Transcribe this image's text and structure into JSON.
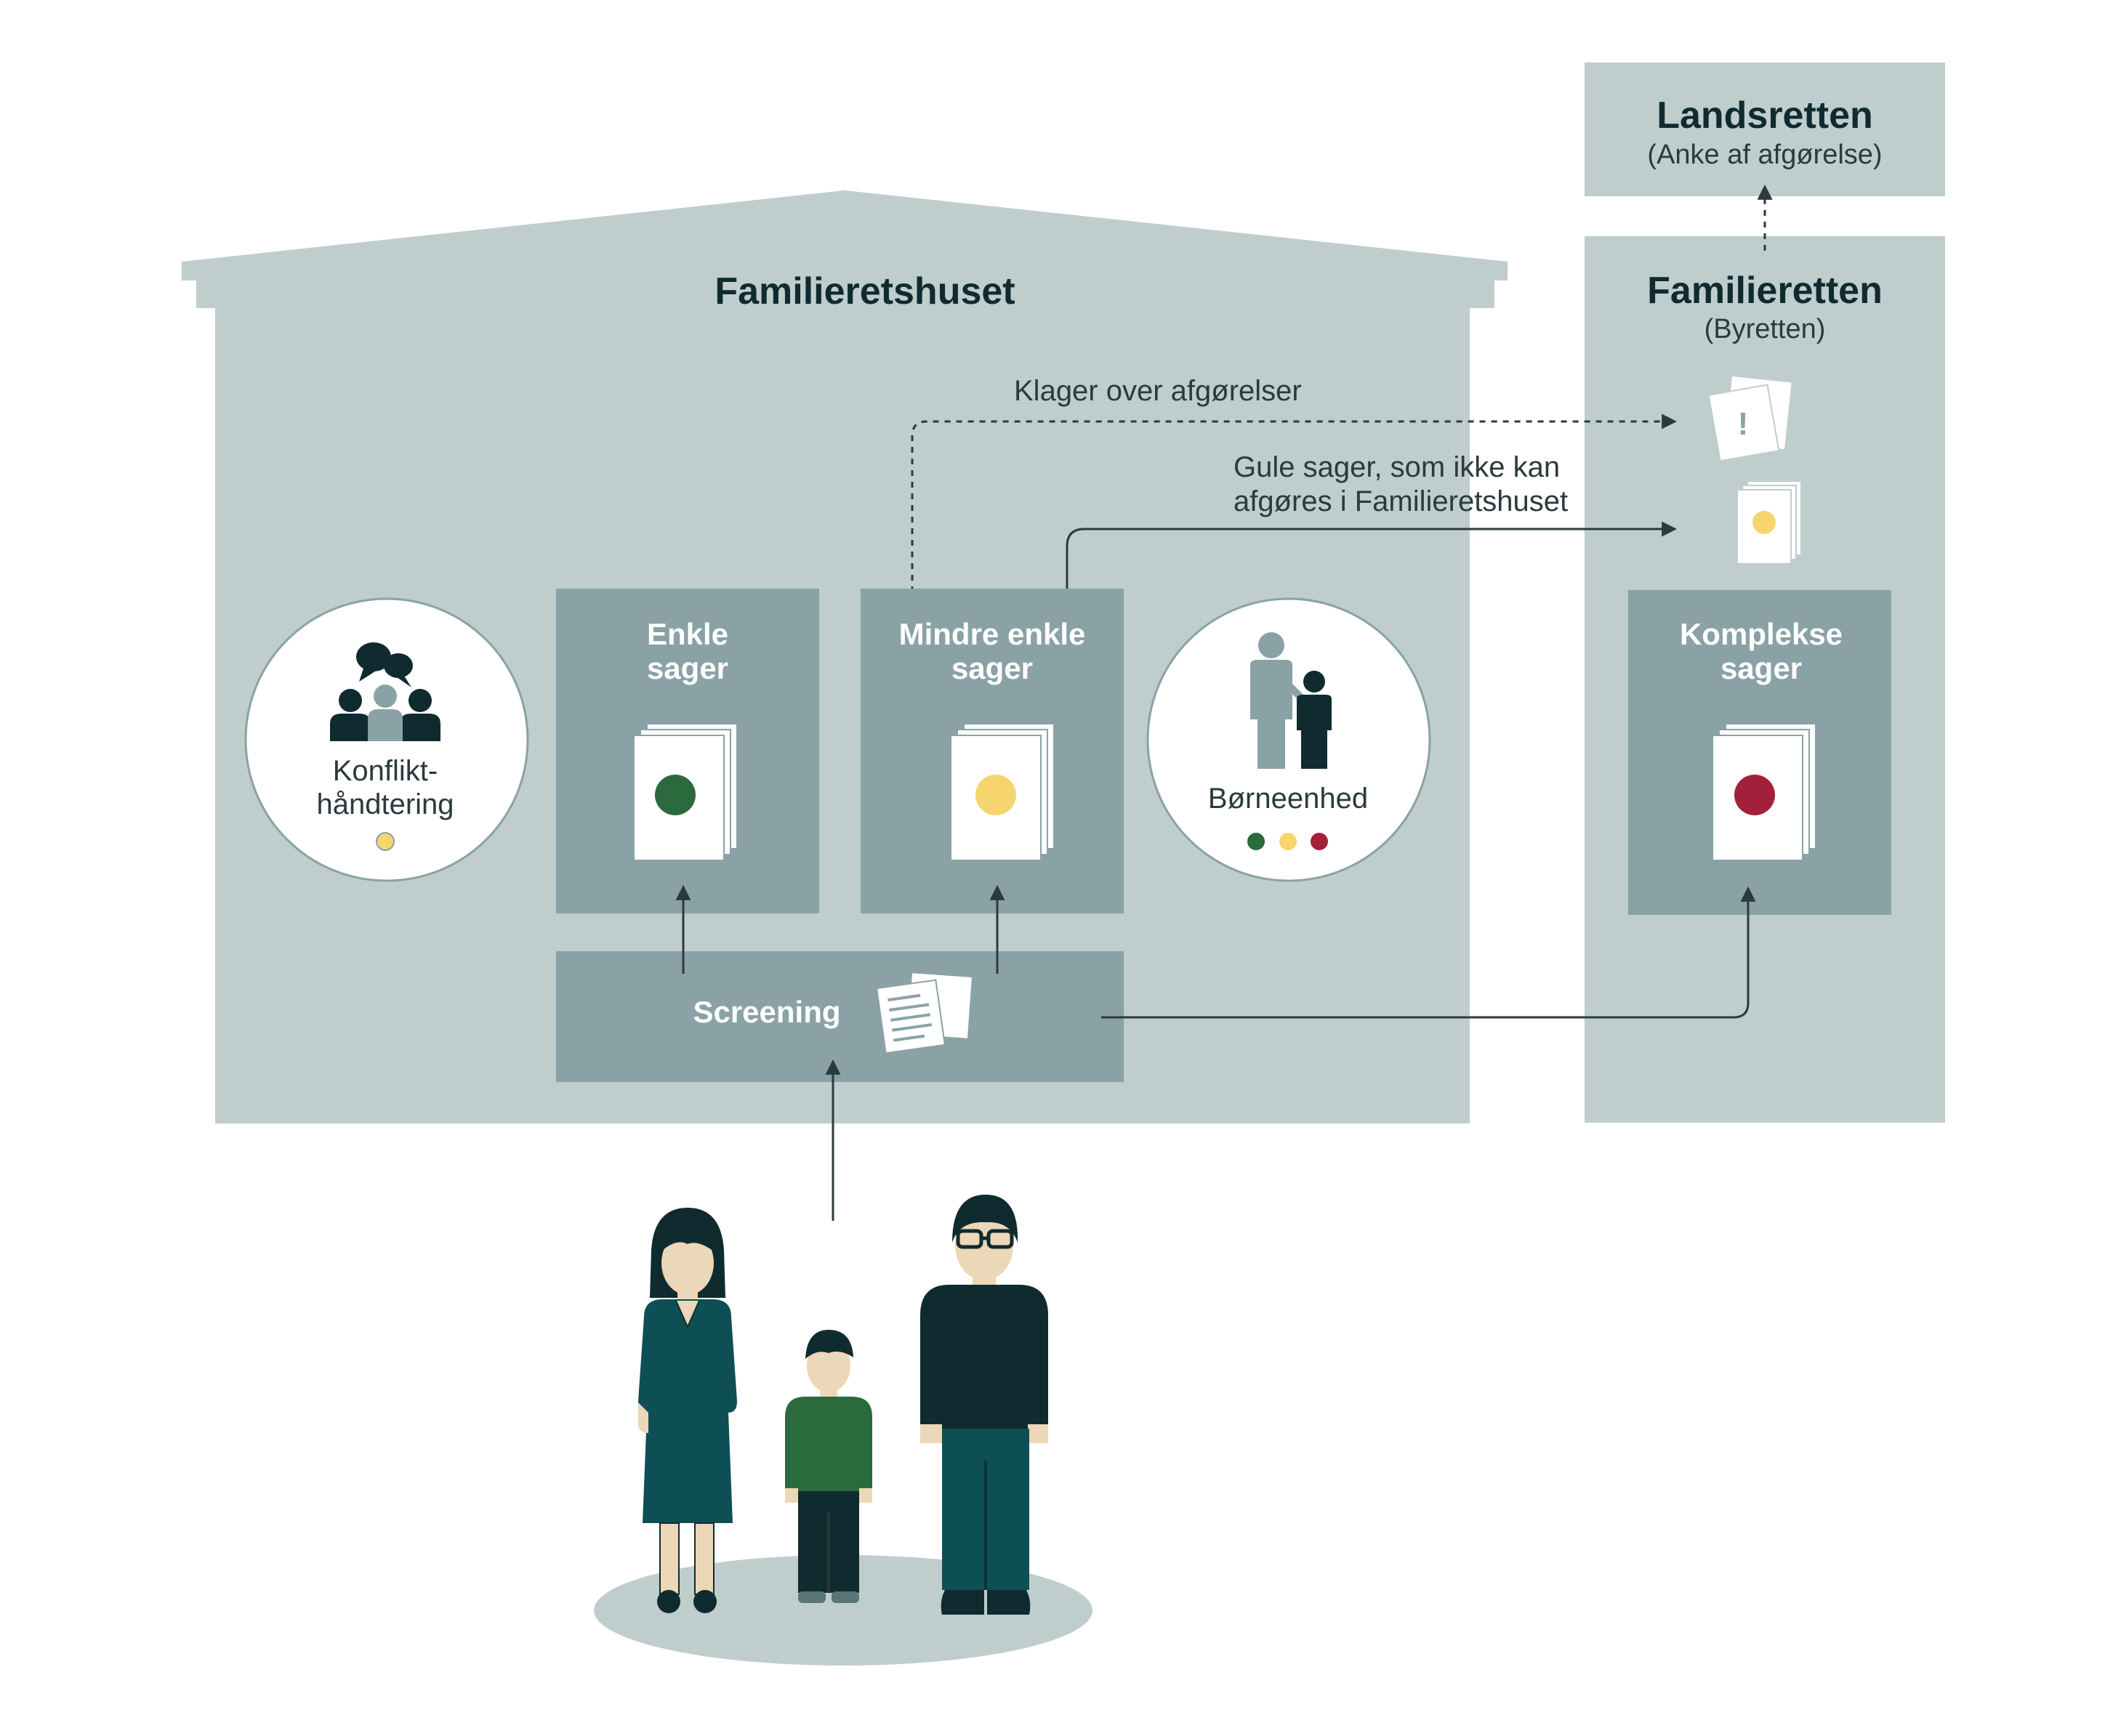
{
  "familieretshuset": {
    "title": "Familieretshuset"
  },
  "familieretten": {
    "title": "Familieretten",
    "subtitle": "(Byretten)"
  },
  "landsretten": {
    "title": "Landsretten",
    "subtitle": "(Anke af afgørelse)"
  },
  "arrows": {
    "klager": "Klager over afgørelser",
    "gule_line1": "Gule sager, som ikke kan",
    "gule_line2": "afgøres i Familieretshuset"
  },
  "boxes": {
    "enkle": {
      "line1": "Enkle",
      "line2": "sager",
      "dot_color": "#2a6a3c"
    },
    "mindre": {
      "line1": "Mindre enkle",
      "line2": "sager",
      "dot_color": "#f7d56e"
    },
    "komplekse": {
      "line1": "Komplekse",
      "line2": "sager",
      "dot_color": "#a3203a"
    },
    "screening": {
      "label": "Screening"
    }
  },
  "circles": {
    "konflikt": {
      "line1": "Konflikt-",
      "line2": "håndtering"
    },
    "borneenhed": {
      "label": "Børneenhed"
    }
  },
  "colors": {
    "building": "#bfcdcd",
    "box": "#8aa2a6",
    "dark": "#0f2b30",
    "green": "#2a6a3c",
    "yellow": "#f7d56e",
    "red": "#a3203a"
  }
}
